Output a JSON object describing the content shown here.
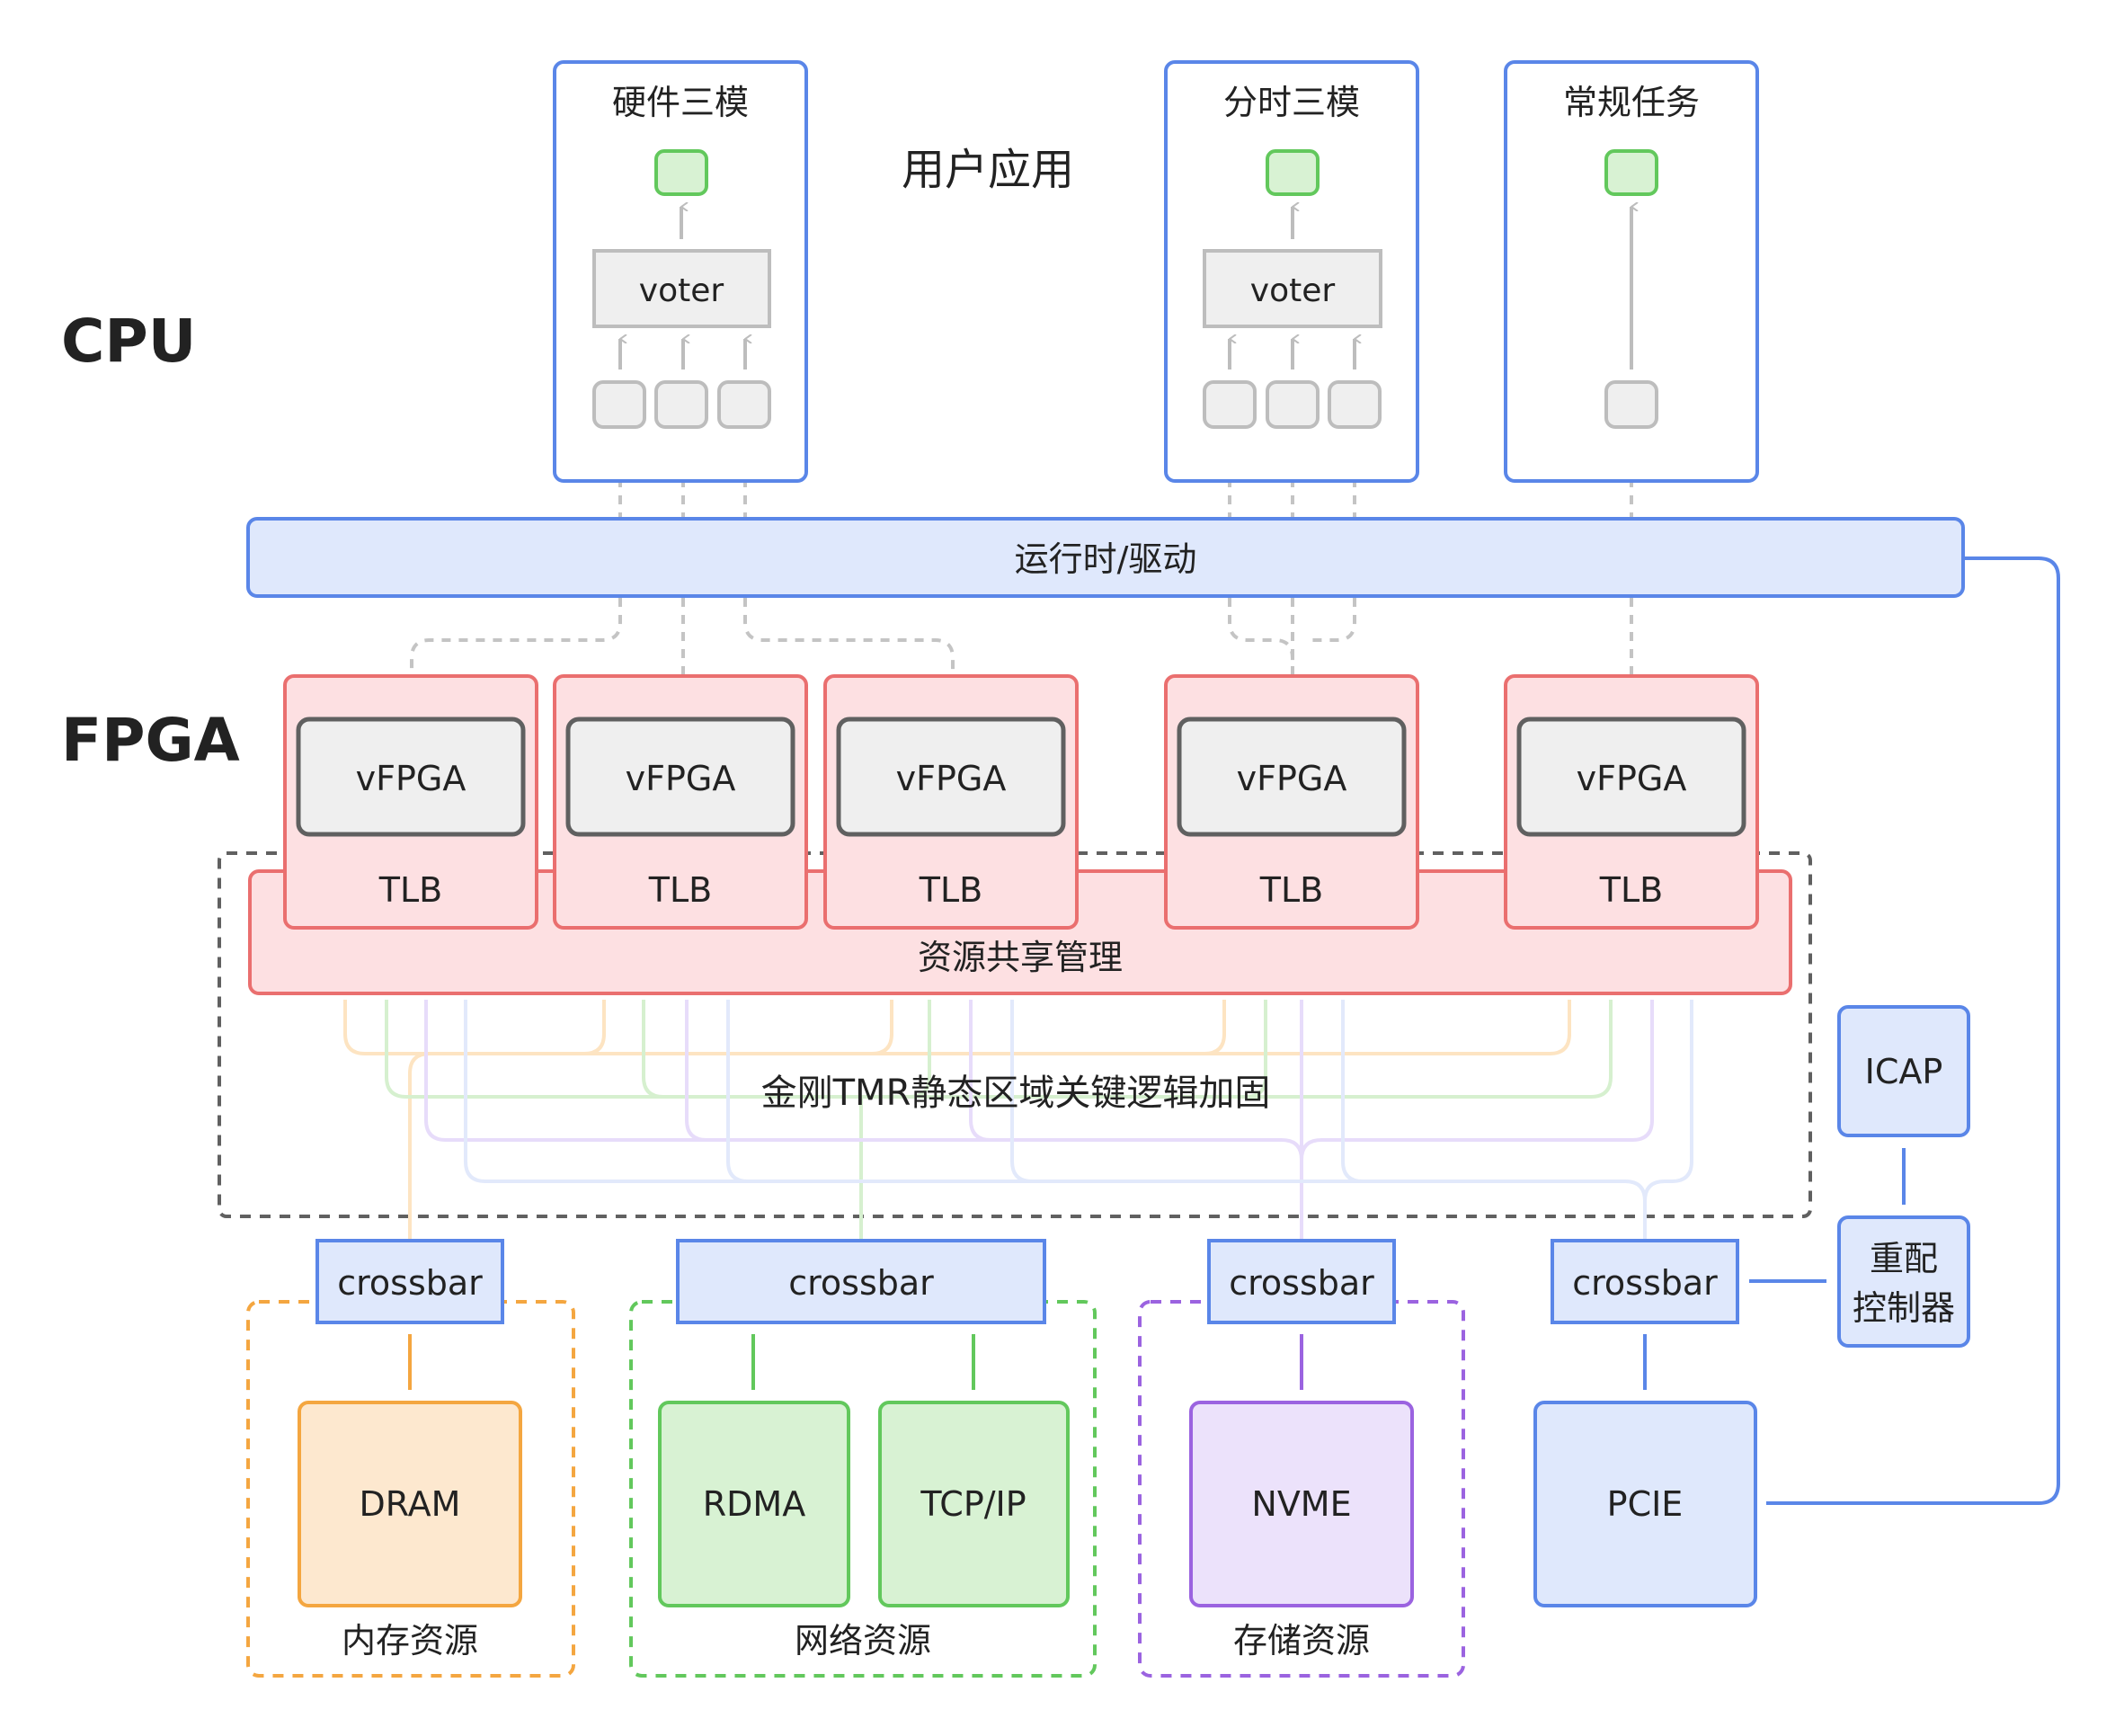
{
  "labels": {
    "cpu": "CPU",
    "fpga": "FPGA",
    "user_app": "用户应用",
    "runtime": "运行时/驱动",
    "resource_share": "资源共享管理",
    "static_region": "金刚TMR静态区域关键逻辑加固",
    "icap": "ICAP",
    "reconfig_line1": "重配",
    "reconfig_line2": "控制器"
  },
  "apps": [
    {
      "title": "硬件三模",
      "voter": "voter"
    },
    {
      "title": "分时三模",
      "voter": "voter"
    },
    {
      "title": "常规任务"
    }
  ],
  "vfpgas": [
    {
      "name": "vFPGA",
      "tlb": "TLB"
    },
    {
      "name": "vFPGA",
      "tlb": "TLB"
    },
    {
      "name": "vFPGA",
      "tlb": "TLB"
    },
    {
      "name": "vFPGA",
      "tlb": "TLB"
    },
    {
      "name": "vFPGA",
      "tlb": "TLB"
    }
  ],
  "resource_groups": [
    {
      "crossbar": "crossbar",
      "devices": [
        "DRAM"
      ],
      "caption": "内存资源",
      "color": "#f4a640",
      "fill": "#fde8cf"
    },
    {
      "crossbar": "crossbar",
      "devices": [
        "RDMA",
        "TCP/IP"
      ],
      "caption": "网络资源",
      "color": "#62c85c",
      "fill": "#d8f2d3"
    },
    {
      "crossbar": "crossbar",
      "devices": [
        "NVME"
      ],
      "caption": "存储资源",
      "color": "#9b63e0",
      "fill": "#ece2fb"
    },
    {
      "crossbar": "crossbar",
      "devices": [
        "PCIE"
      ],
      "caption": "",
      "color": "#5a86e8",
      "fill": "#dfe8fc"
    }
  ],
  "colors": {
    "blue": "#5a86e8",
    "blue_fill": "#dfe8fc",
    "red": "#ea6f6f",
    "red_fill": "#fde0e2",
    "gray": "#bdbdbd",
    "gray_fill": "#efefef",
    "green_node": "#62c85c",
    "green_node_fill": "#d8f2d3",
    "dark": "#606060"
  }
}
